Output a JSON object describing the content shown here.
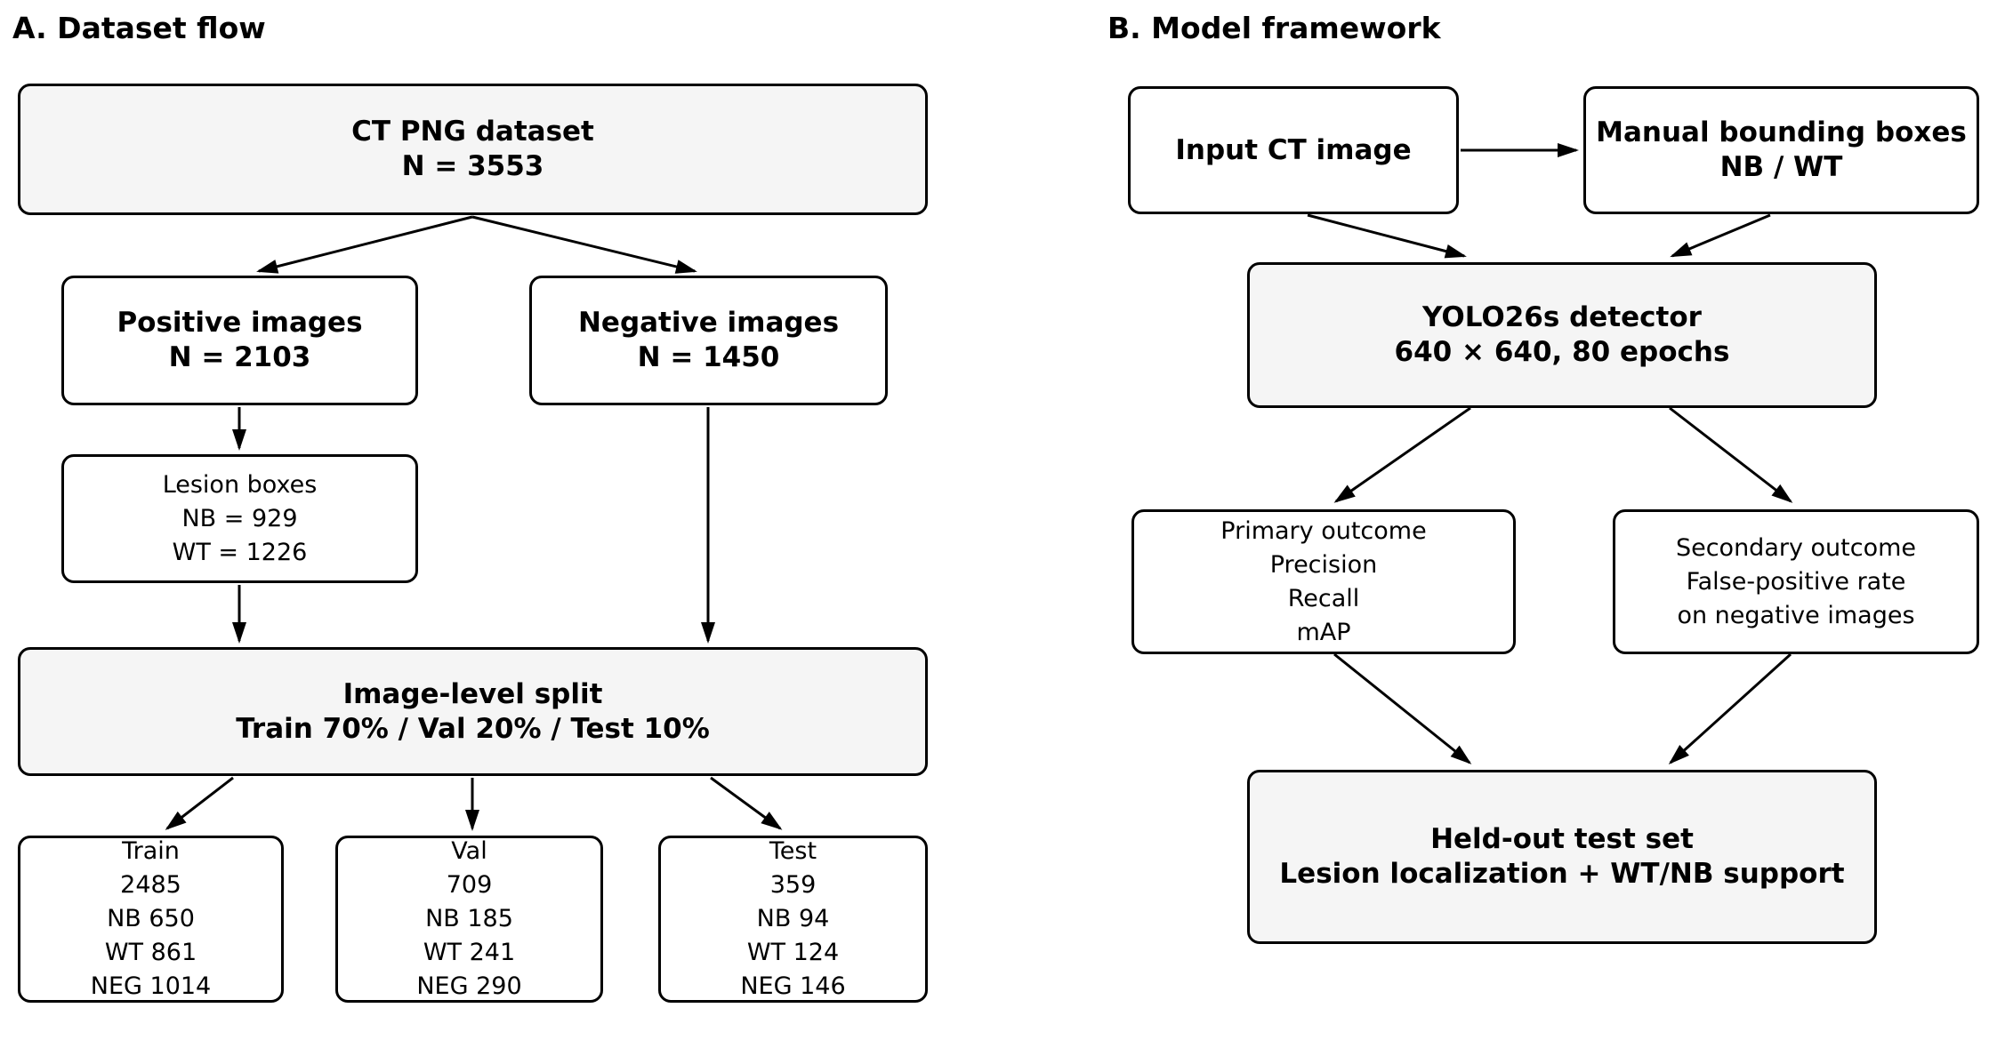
{
  "figure": {
    "type": "flowchart",
    "background": "#ffffff"
  },
  "colors": {
    "node_fill_emphasis": "#f5f5f5",
    "node_fill_plain": "#ffffff",
    "node_border": "#000000",
    "arrow": "#000000",
    "text": "#000000"
  },
  "panelA": {
    "title": "A. Dataset flow",
    "nodes": {
      "ct_dataset": {
        "lines": [
          "CT PNG dataset",
          "N = 3553"
        ]
      },
      "positive": {
        "lines": [
          "Positive images",
          "N = 2103"
        ]
      },
      "negative": {
        "lines": [
          "Negative images",
          "N = 1450"
        ]
      },
      "lesion": {
        "lines": [
          "Lesion boxes",
          "NB = 929",
          "WT = 1226"
        ]
      },
      "split": {
        "lines": [
          "Image-level split",
          "Train 70% / Val 20% / Test 10%"
        ]
      },
      "train": {
        "lines": [
          "Train",
          "2485",
          "NB 650",
          "WT 861",
          "NEG 1014"
        ]
      },
      "val": {
        "lines": [
          "Val",
          "709",
          "NB 185",
          "WT 241",
          "NEG 290"
        ]
      },
      "test": {
        "lines": [
          "Test",
          "359",
          "NB 94",
          "WT 124",
          "NEG 146"
        ]
      }
    }
  },
  "panelB": {
    "title": "B. Model framework",
    "nodes": {
      "input": {
        "lines": [
          "Input CT image"
        ]
      },
      "manual": {
        "lines": [
          "Manual bounding boxes",
          "NB / WT"
        ]
      },
      "yolo": {
        "lines": [
          "YOLO26s detector",
          "640 × 640, 80 epochs"
        ]
      },
      "primary": {
        "lines": [
          "Primary outcome",
          "Precision",
          "Recall",
          "mAP"
        ]
      },
      "secondary": {
        "lines": [
          "Secondary outcome",
          "False-positive rate",
          "on negative images"
        ]
      },
      "heldout": {
        "lines": [
          "Held-out test set",
          "Lesion localization + WT/NB support"
        ]
      }
    }
  }
}
